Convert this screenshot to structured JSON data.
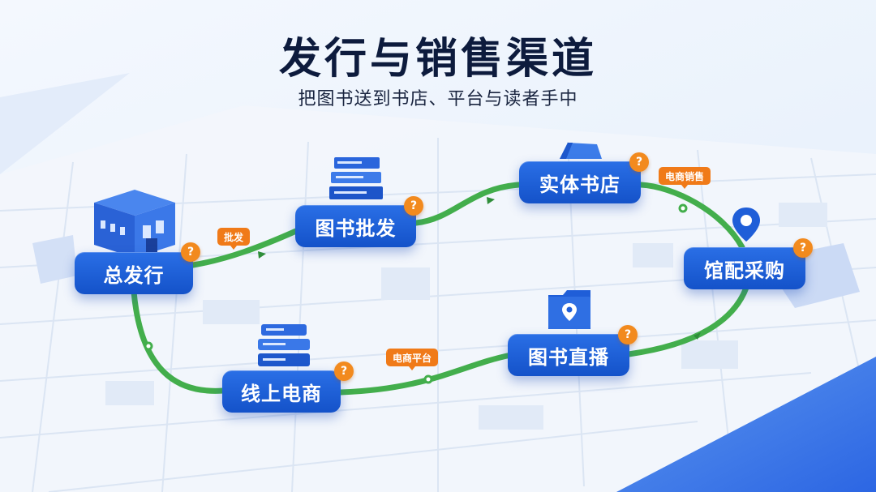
{
  "header": {
    "title": "发行与销售渠道",
    "subtitle": "把图书送到书店、平台与读者手中"
  },
  "nodes": {
    "publisher": "总发行",
    "wholesale": "图书批发",
    "bookstore": "实体书店",
    "library": "馆配采购",
    "livestream": "图书直播",
    "ecommerce": "线上电商"
  },
  "badges": {
    "help": "?"
  },
  "tags": {
    "wholesale_tag": "批发",
    "bookstore_tag": "电商销售",
    "ecommerce_tag": "电商平台"
  },
  "icons": {
    "publisher": "building-icon",
    "wholesale": "books-stack-icon",
    "bookstore": "roof-icon",
    "library": "map-pin-icon",
    "livestream": "folder-location-icon",
    "ecommerce": "server-list-icon"
  },
  "colors": {
    "node_blue": "#1f63de",
    "route_green": "#43ae4c",
    "badge_orange": "#f28a1e",
    "title_navy": "#0d1b3d"
  }
}
